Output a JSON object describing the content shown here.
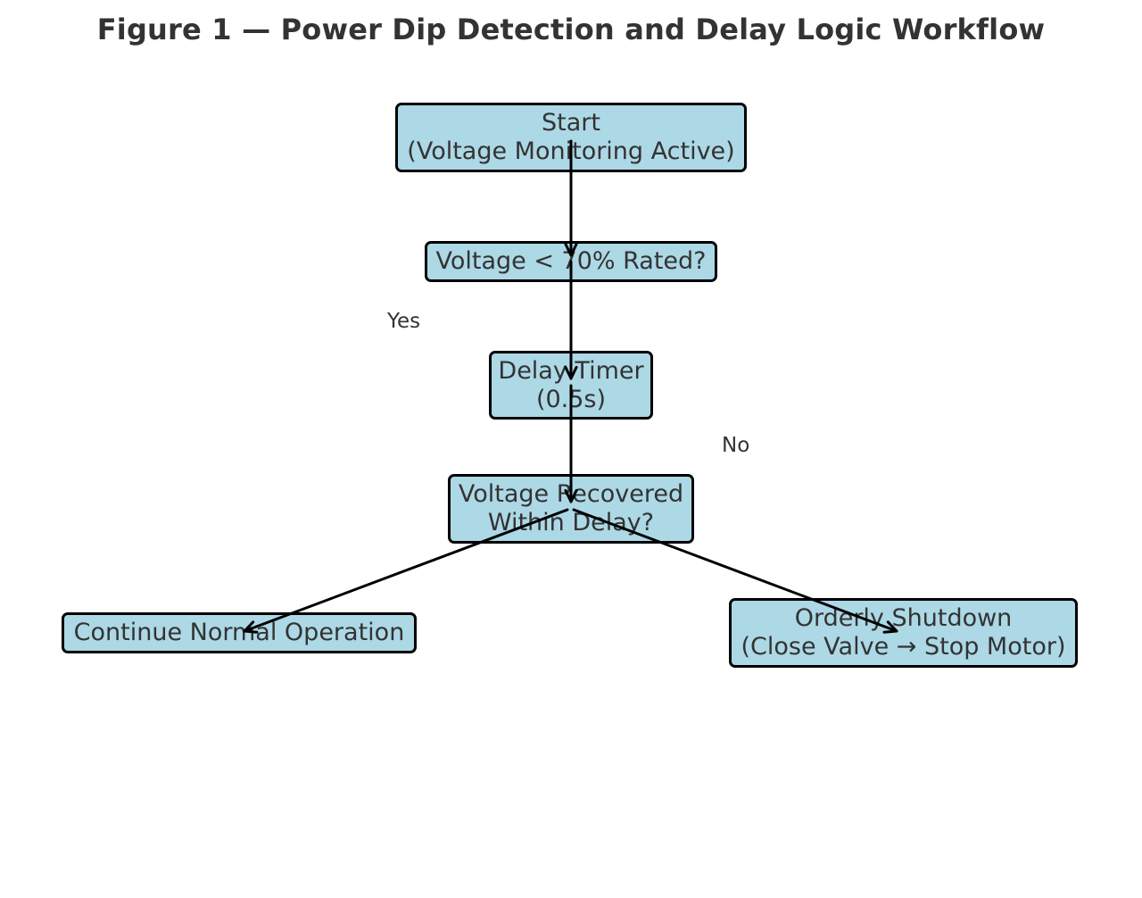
{
  "title": "Figure 1 — Power Dip Detection and Delay Logic Workflow",
  "colors": {
    "node_fill": "#add8e6",
    "node_border": "#000000",
    "text": "#333333",
    "edge": "#000000"
  },
  "nodes": {
    "start": {
      "lines": [
        "Start",
        "(Voltage Monitoring Active)"
      ]
    },
    "voltage_check": {
      "lines": [
        "Voltage < 70% Rated?"
      ]
    },
    "delay_timer": {
      "lines": [
        "Delay Timer",
        "(0.5s)"
      ]
    },
    "recovered_check": {
      "lines": [
        "Voltage Recovered",
        "Within Delay?"
      ]
    },
    "continue": {
      "lines": [
        "Continue Normal Operation"
      ]
    },
    "shutdown": {
      "lines": [
        "Orderly Shutdown",
        "(Close Valve → Stop Motor)"
      ]
    }
  },
  "edges": [
    {
      "from": "start",
      "to": "voltage_check",
      "label": ""
    },
    {
      "from": "voltage_check",
      "to": "delay_timer",
      "label": "Yes"
    },
    {
      "from": "delay_timer",
      "to": "recovered_check",
      "label": "No"
    },
    {
      "from": "recovered_check",
      "to": "continue",
      "label": ""
    },
    {
      "from": "recovered_check",
      "to": "shutdown",
      "label": ""
    }
  ]
}
